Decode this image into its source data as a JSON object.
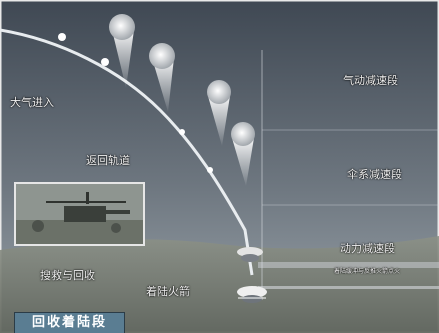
{
  "labels": {
    "atmosphere_entry": "大气进入",
    "return_trajectory": "返回轨道",
    "pneumatic_deceleration": "气动减速段",
    "parachute_deceleration": "伞系减速段",
    "powered_deceleration": "动力减速段",
    "powered_deceleration_note": "着陆缓冲与反推火箭点火",
    "rescue_recovery": "搜救与回收",
    "retro_rocket": "着陆火箭"
  },
  "footer": {
    "title": "回收着陆段"
  },
  "colors": {
    "sky_top": "#3f4853",
    "sky_bottom": "#9aa3aa",
    "ground": "#7d8376",
    "label": "#f2f2f2",
    "footer_bg": "#5a7d92"
  },
  "icons": [
    "capsule-icon",
    "parachute-icon",
    "helicopter-icon",
    "orbit-path"
  ]
}
